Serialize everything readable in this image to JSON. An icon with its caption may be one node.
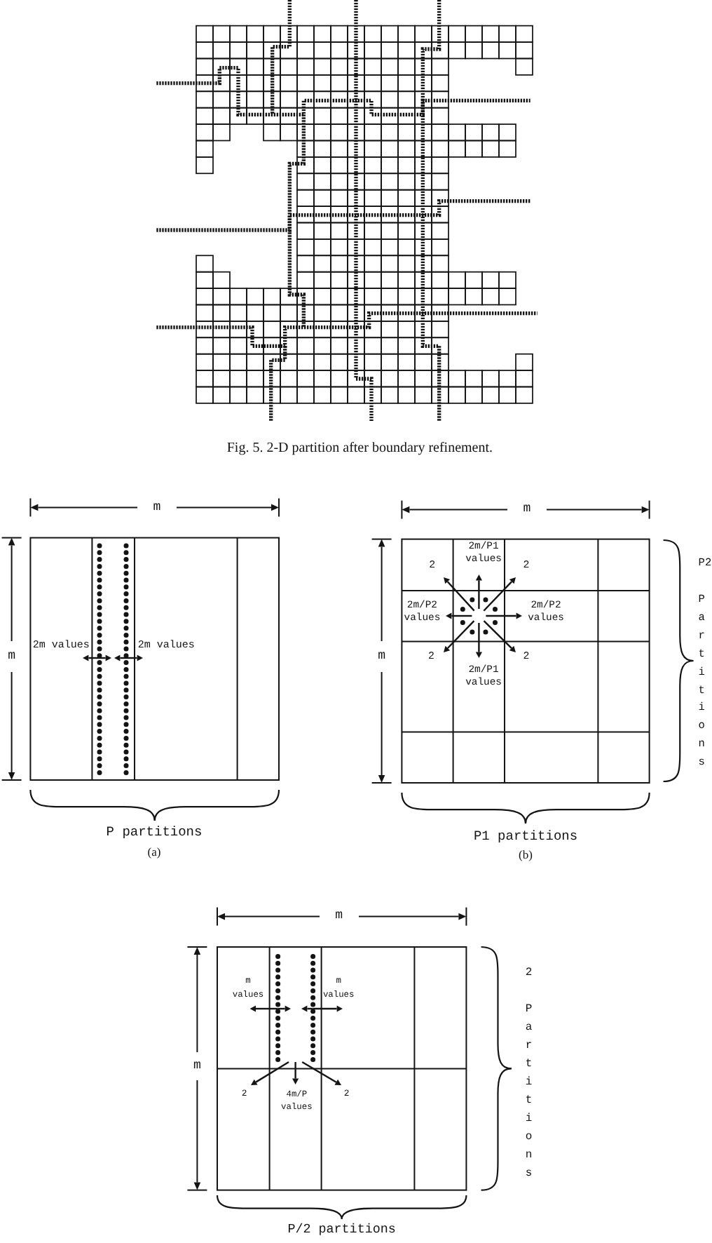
{
  "diagram": {
    "caption": "Fig. 5. 2-D partition after boundary refinement.",
    "labels": [
      "m",
      "m",
      "2m values",
      "2m values",
      "P partitions",
      "(a)",
      "m",
      "m",
      "2m/P1 values",
      "2",
      "2",
      "2m/P2 values",
      "2m/P2 values",
      "2",
      "2",
      "2m/P1 values",
      "P1 partitions",
      "(b)",
      "P2 Partitions",
      "m",
      "m",
      "m values",
      "m values",
      "2",
      "4m/P values",
      "2",
      "2 Partitions",
      "P/2 partitions"
    ]
  }
}
